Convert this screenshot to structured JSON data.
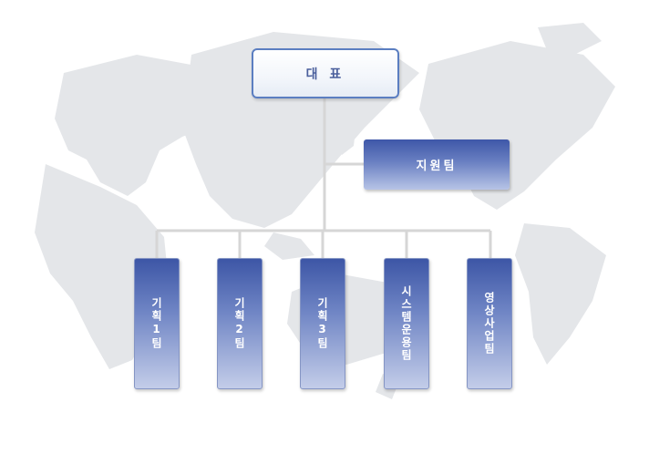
{
  "org": {
    "ceo": "대 표",
    "support": "지원팀",
    "teams": [
      "기획1팀",
      "기획2팀",
      "기획3팀",
      "시스템운용팀",
      "영상사업팀"
    ]
  },
  "colors": {
    "box_dark": "#3e57a8",
    "box_light": "#c3cde9",
    "ceo_border": "#5b7ec1",
    "ceo_text": "#4a5f9c",
    "connector": "#d6d6d6",
    "map": "#e4e6e9"
  }
}
